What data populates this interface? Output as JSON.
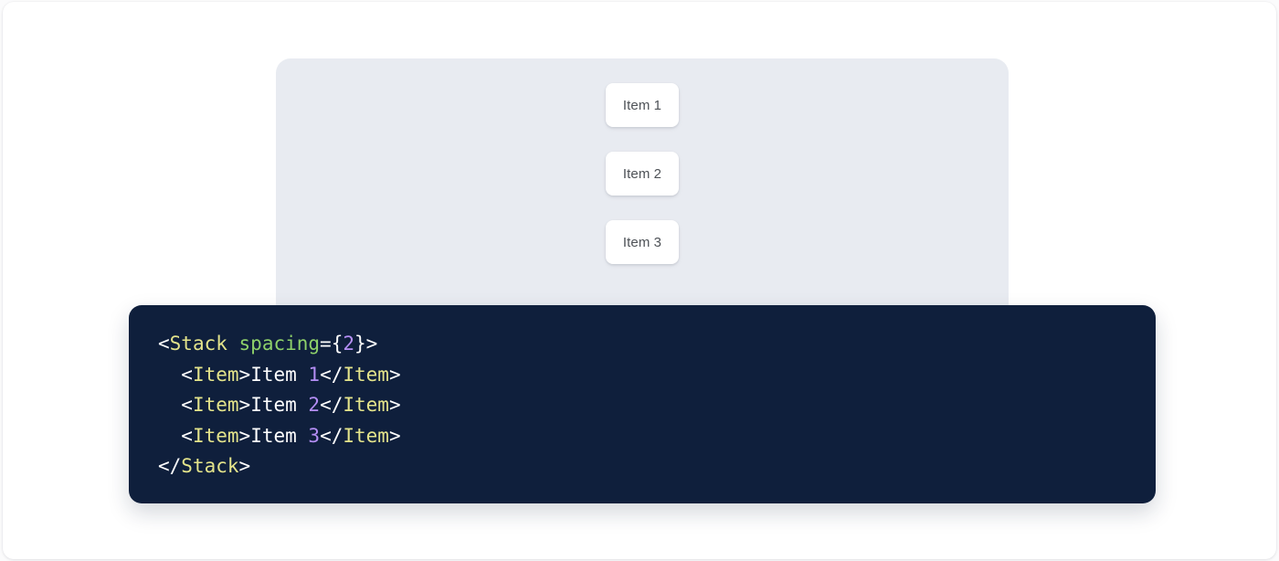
{
  "colors": {
    "page_background": "#fbfbfc",
    "surface": "#ffffff",
    "preview_panel_bg": "#e8ebf1",
    "item_card_bg": "#ffffff",
    "item_card_text": "#4e5257",
    "code_bg": "#0f1f3c",
    "code_default_text": "#ffffff",
    "syntax_tag": "#e4e48b",
    "syntax_attribute": "#8ed16a",
    "syntax_number": "#b48ef5",
    "syntax_punctuation": "#ffffff"
  },
  "preview": {
    "component": "Stack",
    "spacing": "2",
    "items": [
      {
        "label": "Item 1"
      },
      {
        "label": "Item 2"
      },
      {
        "label": "Item 3"
      }
    ]
  },
  "code": {
    "language": "jsx",
    "lines": [
      {
        "indent": "",
        "tokens": [
          {
            "text": "<",
            "type": "punct"
          },
          {
            "text": "Stack",
            "type": "tag"
          },
          {
            "text": " ",
            "type": "punct"
          },
          {
            "text": "spacing",
            "type": "attr"
          },
          {
            "text": "={",
            "type": "punct"
          },
          {
            "text": "2",
            "type": "num"
          },
          {
            "text": "}>",
            "type": "punct"
          }
        ]
      },
      {
        "indent": "  ",
        "tokens": [
          {
            "text": "<",
            "type": "punct"
          },
          {
            "text": "Item",
            "type": "tag"
          },
          {
            "text": ">",
            "type": "punct"
          },
          {
            "text": "Item ",
            "type": "text"
          },
          {
            "text": "1",
            "type": "num"
          },
          {
            "text": "</",
            "type": "punct"
          },
          {
            "text": "Item",
            "type": "tag"
          },
          {
            "text": ">",
            "type": "punct"
          }
        ]
      },
      {
        "indent": "  ",
        "tokens": [
          {
            "text": "<",
            "type": "punct"
          },
          {
            "text": "Item",
            "type": "tag"
          },
          {
            "text": ">",
            "type": "punct"
          },
          {
            "text": "Item ",
            "type": "text"
          },
          {
            "text": "2",
            "type": "num"
          },
          {
            "text": "</",
            "type": "punct"
          },
          {
            "text": "Item",
            "type": "tag"
          },
          {
            "text": ">",
            "type": "punct"
          }
        ]
      },
      {
        "indent": "  ",
        "tokens": [
          {
            "text": "<",
            "type": "punct"
          },
          {
            "text": "Item",
            "type": "tag"
          },
          {
            "text": ">",
            "type": "punct"
          },
          {
            "text": "Item ",
            "type": "text"
          },
          {
            "text": "3",
            "type": "num"
          },
          {
            "text": "</",
            "type": "punct"
          },
          {
            "text": "Item",
            "type": "tag"
          },
          {
            "text": ">",
            "type": "punct"
          }
        ]
      },
      {
        "indent": "",
        "tokens": [
          {
            "text": "</",
            "type": "punct"
          },
          {
            "text": "Stack",
            "type": "tag"
          },
          {
            "text": ">",
            "type": "punct"
          }
        ]
      }
    ]
  }
}
